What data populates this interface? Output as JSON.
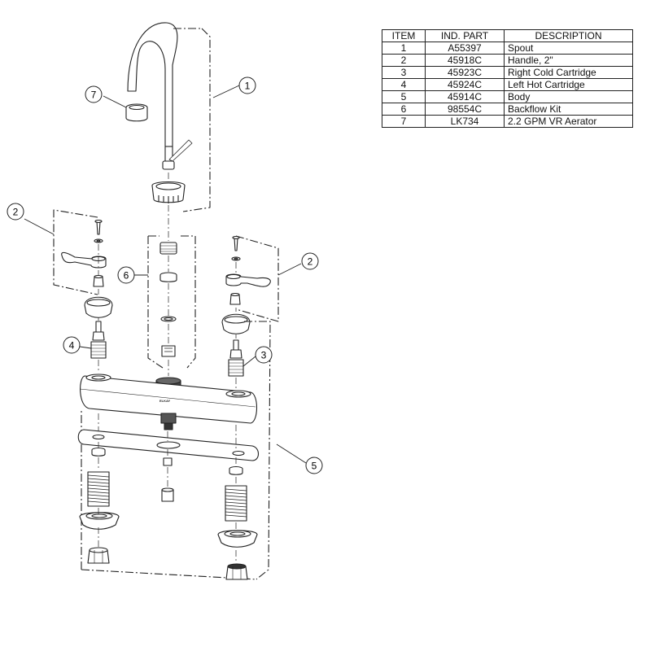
{
  "table": {
    "headers": [
      "ITEM",
      "IND. PART",
      "DESCRIPTION"
    ],
    "rows": [
      {
        "item": "1",
        "part": "A55397",
        "description": "Spout"
      },
      {
        "item": "2",
        "part": "45918C",
        "description": "Handle, 2\""
      },
      {
        "item": "3",
        "part": "45923C",
        "description": "Right Cold Cartridge"
      },
      {
        "item": "4",
        "part": "45924C",
        "description": "Left Hot Cartridge"
      },
      {
        "item": "5",
        "part": "45914C",
        "description": "Body"
      },
      {
        "item": "6",
        "part": "98554C",
        "description": "Backflow Kit"
      },
      {
        "item": "7",
        "part": "LK734",
        "description": "2.2 GPM VR Aerator"
      }
    ]
  },
  "callouts": {
    "spout": "1",
    "handle_left": "2",
    "handle_right": "2",
    "cartridge_right": "3",
    "cartridge_left": "4",
    "body": "5",
    "backflow": "6",
    "aerator": "7"
  },
  "body_brand": "ELKAY",
  "colors": {
    "line": "#222222",
    "fill": "#ffffff",
    "dark": "#444444"
  }
}
